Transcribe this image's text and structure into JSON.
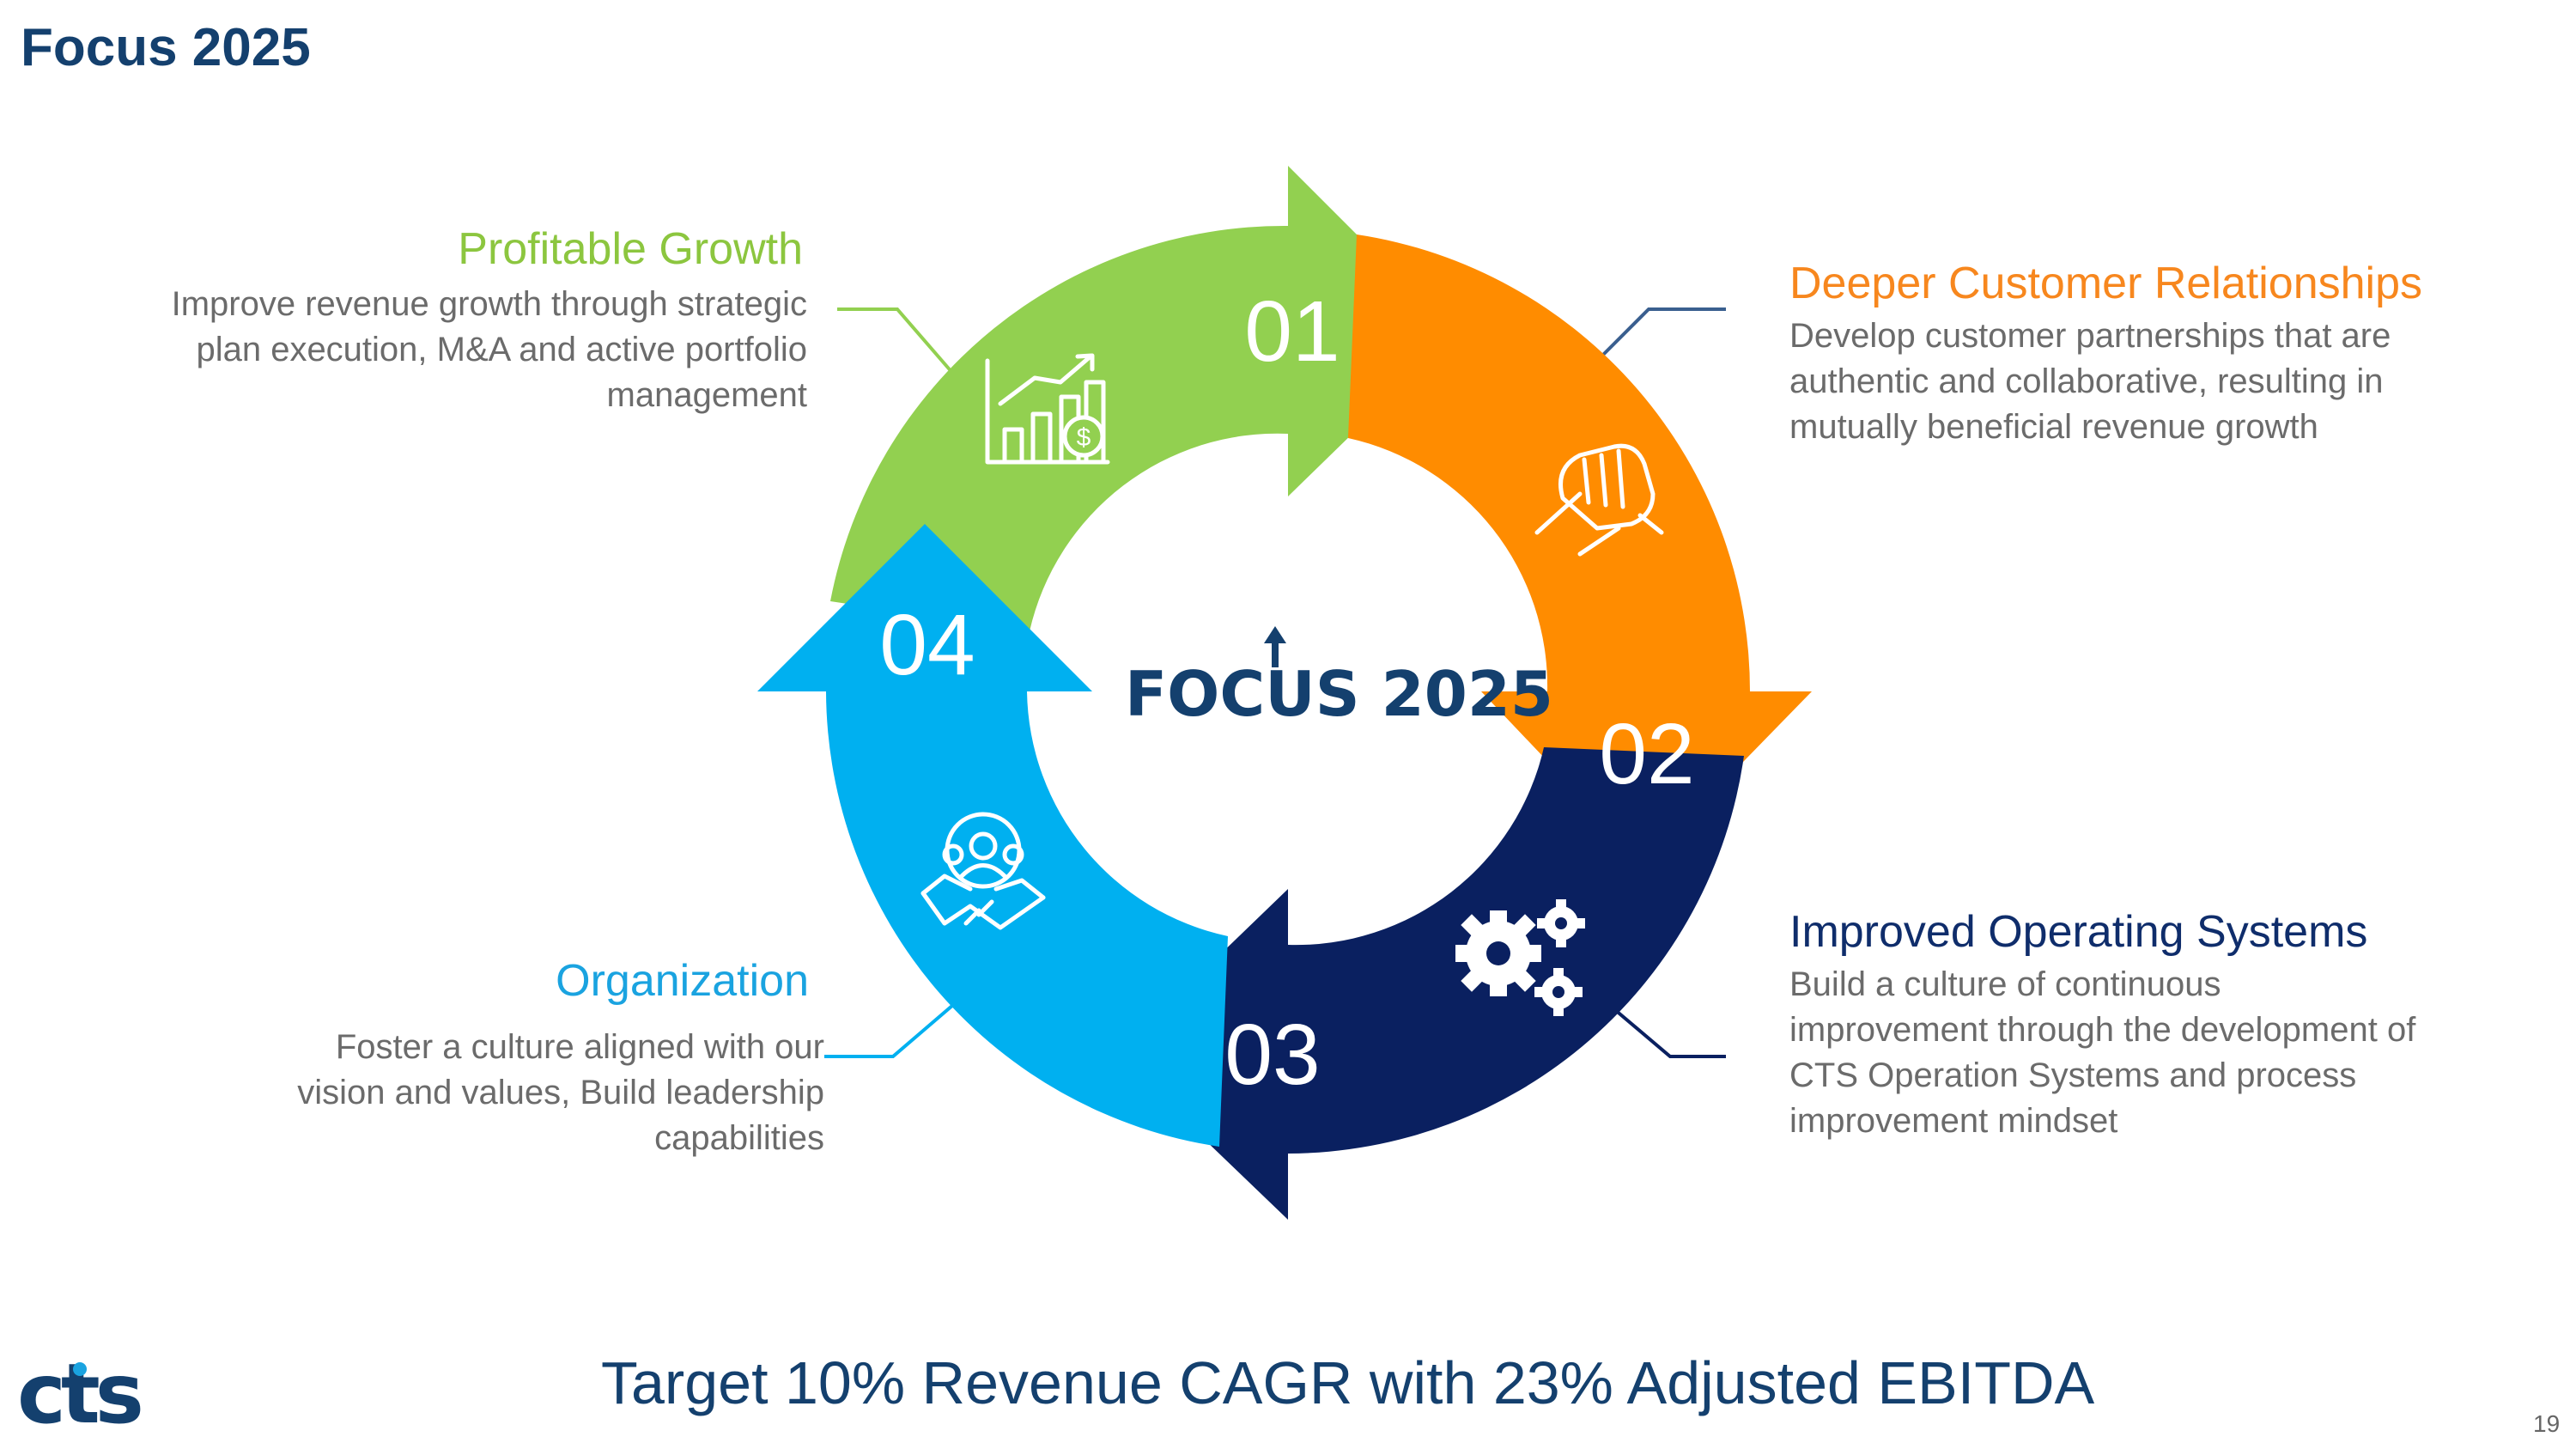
{
  "slide": {
    "title": "Focus 2025",
    "page_number": "19",
    "target": "Target 10% Revenue CAGR with 23% Adjusted EBITDA"
  },
  "center": {
    "logo_text": "FOCUS 2025"
  },
  "pillars": [
    {
      "number": "01",
      "title": "Profitable Growth",
      "description_lines": [
        "Improve revenue growth through strategic",
        "plan execution, M&A and active portfolio",
        "management"
      ],
      "color": "#92d050",
      "icon": "growth-chart-icon"
    },
    {
      "number": "02",
      "title": "Deeper Customer Relationships",
      "description_lines": [
        "Develop customer partnerships that are",
        "authentic and collaborative, resulting in",
        "mutually beneficial revenue growth"
      ],
      "color": "#ff8c00",
      "icon": "handshake-grip-icon"
    },
    {
      "number": "03",
      "title": "Improved Operating Systems",
      "description_lines": [
        "Build a culture of continuous",
        "improvement through the development of",
        "CTS Operation Systems and process",
        "improvement mindset"
      ],
      "color": "#0a2060",
      "icon": "gears-icon"
    },
    {
      "number": "04",
      "title": "Organization",
      "description_lines": [
        "Foster a culture aligned with our",
        "vision and values, Build leadership",
        "capabilities"
      ],
      "color": "#00b0f0",
      "icon": "team-handshake-icon"
    }
  ],
  "logo": {
    "text": "cts"
  }
}
